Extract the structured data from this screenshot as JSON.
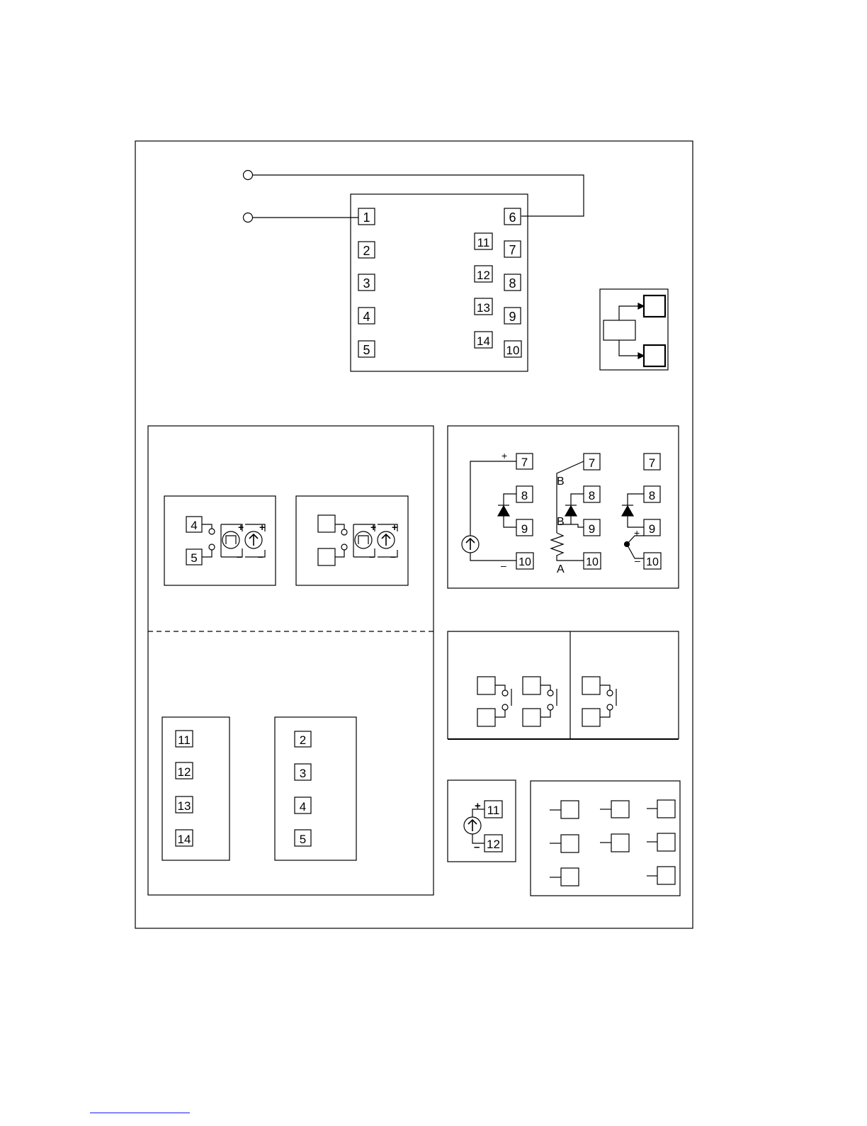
{
  "main_block": {
    "left_terminals": [
      "1",
      "2",
      "3",
      "4",
      "5"
    ],
    "right_terminals": [
      "6",
      "7",
      "8",
      "9",
      "10"
    ],
    "mid_terminals": [
      "11",
      "12",
      "13",
      "14"
    ]
  },
  "output_panel": {
    "ssr_box": {
      "top": "4",
      "bottom": "5"
    },
    "ssr_box_empty": {
      "top": "",
      "bottom": ""
    },
    "comm_terminals": [
      "11",
      "12",
      "13",
      "14"
    ],
    "relay_terminals": [
      "2",
      "3",
      "4",
      "5"
    ]
  },
  "input_panel": {
    "current_input": {
      "plus": "+",
      "minus": "–",
      "terminals": [
        "7",
        "8",
        "9",
        "10"
      ]
    },
    "rtd_input": {
      "b_upper": "B",
      "b_lower": "B",
      "a": "A",
      "terminals": [
        "7",
        "8",
        "9",
        "10"
      ]
    },
    "tc_input": {
      "plus": "+",
      "minus": "–",
      "terminals": [
        "7",
        "8",
        "9",
        "10"
      ]
    }
  },
  "remote_panel": {
    "terminals": [
      "11",
      "12"
    ]
  },
  "colors": {
    "line": "#000000",
    "footer_link": "#1a1aff"
  }
}
